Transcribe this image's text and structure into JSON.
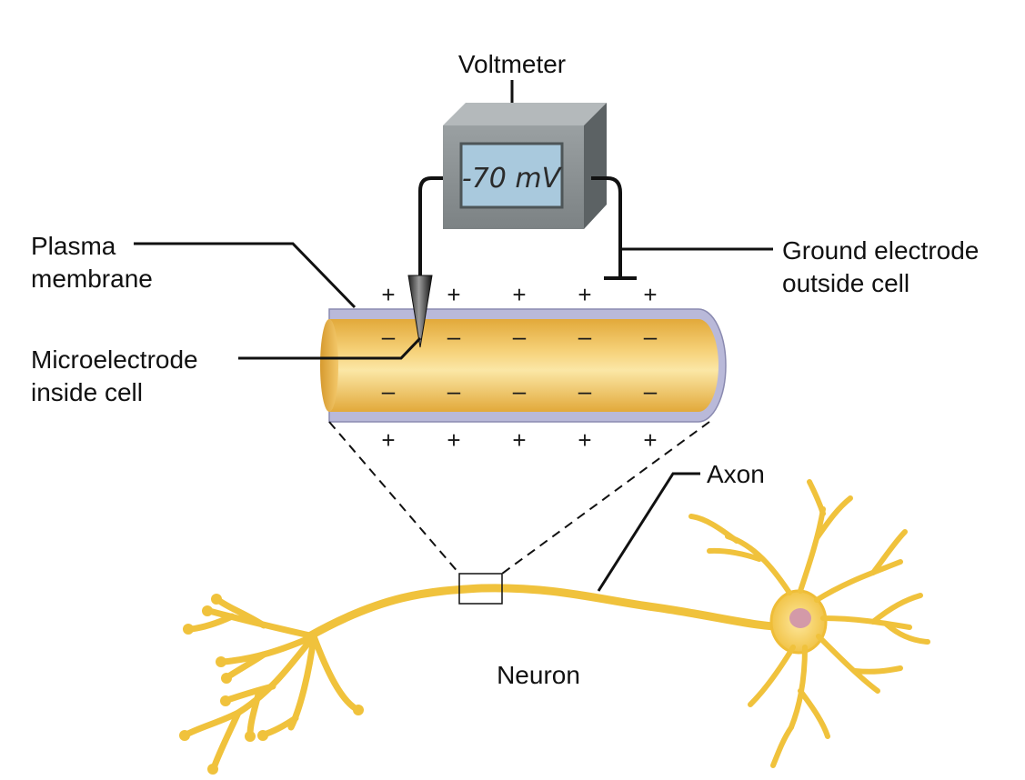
{
  "labels": {
    "voltmeter": "Voltmeter",
    "reading": "-70 mV",
    "plasma_membrane": [
      "Plasma",
      "membrane"
    ],
    "microelectrode": [
      "Microelectrode",
      "inside cell"
    ],
    "ground_electrode": [
      "Ground electrode",
      "outside cell"
    ],
    "axon": "Axon",
    "neuron": "Neuron"
  },
  "signs": {
    "outside_top": [
      "+",
      "+",
      "+",
      "+",
      "+"
    ],
    "inside_top": [
      "–",
      "–",
      "–",
      "–",
      "–"
    ],
    "inside_bottom": [
      "–",
      "–",
      "–",
      "–",
      "–"
    ],
    "outside_bottom": [
      "+",
      "+",
      "+",
      "+",
      "+"
    ]
  },
  "colors": {
    "axon_fill": "#f2c24e",
    "axon_highlight": "#fbe7a6",
    "membrane": "#b9b9d9",
    "neuron": "#f0c23c",
    "meter_body": "#8a9092",
    "lcd_screen": "#a9c9dd",
    "nucleus": "#d39aa8"
  }
}
